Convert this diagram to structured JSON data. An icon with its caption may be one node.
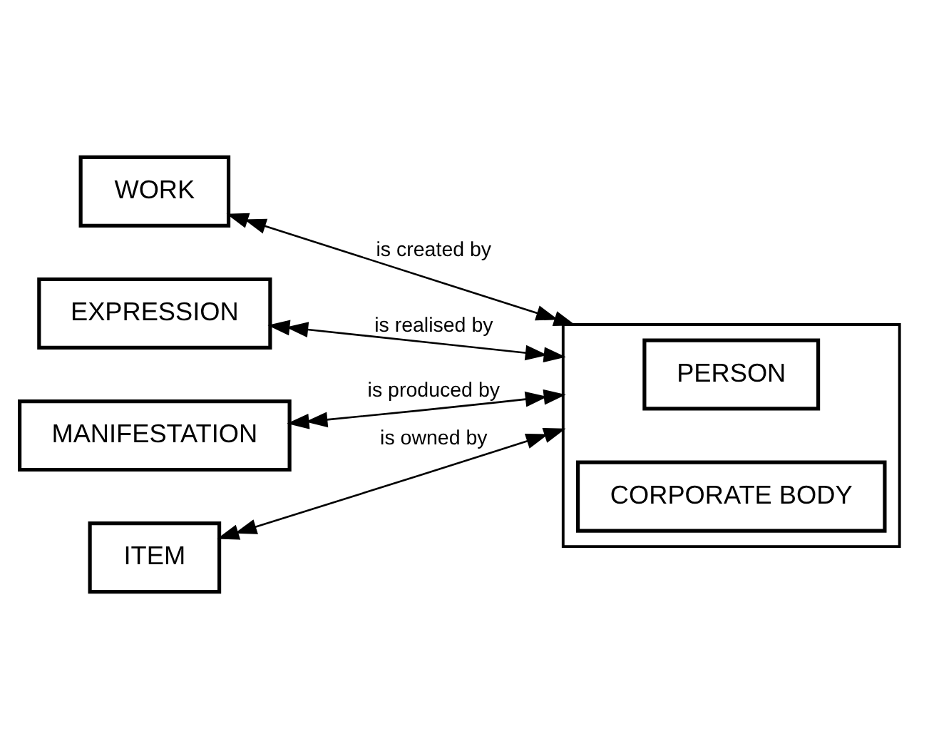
{
  "diagram": {
    "nodes": [
      {
        "text": [
          "WORK"
        ]
      },
      {
        "text": [
          "EXPRESSION"
        ]
      },
      {
        "text": [
          "MANIFESTATION"
        ]
      },
      {
        "text": [
          "ITEM"
        ]
      },
      {
        "text": [],
        "shape": "box"
      },
      {
        "text": [
          "PERSON"
        ],
        "in": 4
      },
      {
        "text": [
          "CORPORATE BODY"
        ],
        "in": 4
      }
    ],
    "edges": [
      {
        "from": 3,
        "to": 4,
        "arrow": "both",
        "label": "is owned by"
      },
      {
        "from": 2,
        "to": 4,
        "arrow": "both",
        "label": "is produced by"
      },
      {
        "from": 1,
        "to": 4,
        "arrow": "both",
        "label": "is realised by"
      },
      {
        "from": 0,
        "to": 4,
        "arrow": "both",
        "label": "is created by"
      }
    ]
  }
}
